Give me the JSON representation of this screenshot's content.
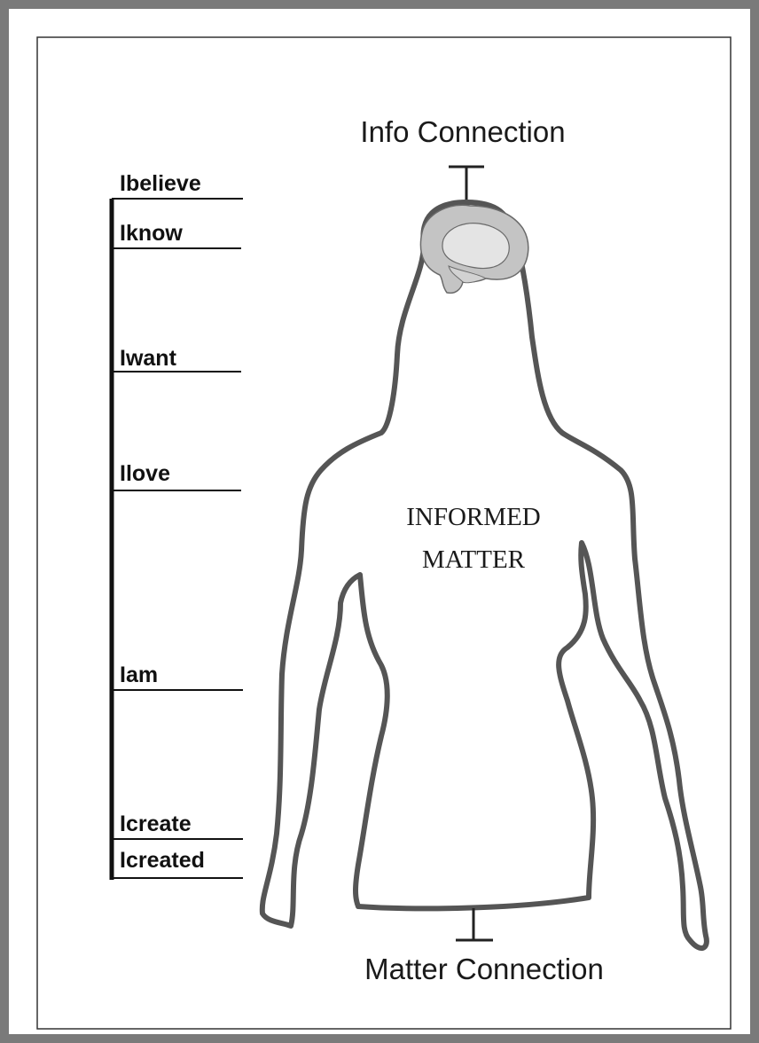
{
  "diagram": {
    "top_label": "Info Connection",
    "bottom_label": "Matter Connection",
    "center_label_line1": "INFORMED",
    "center_label_line2": "MATTER",
    "scale_labels": [
      "Ibelieve",
      "Iknow",
      "Iwant",
      "Ilove",
      "Iam",
      "Icreate",
      "Icreated"
    ],
    "colors": {
      "outline": "#555555",
      "brain_outer": "#c4c4c4",
      "brain_inner": "#e4e4e4",
      "frame_border": "#7a7a7a"
    }
  }
}
